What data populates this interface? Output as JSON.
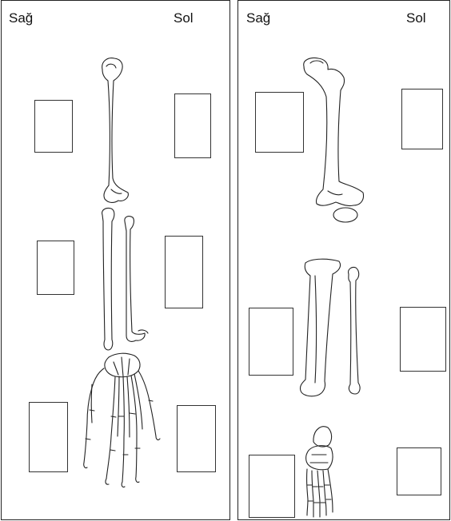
{
  "arm_panel": {
    "right_label": "Sağ",
    "left_label": "Sol"
  },
  "leg_panel": {
    "right_label": "Sağ",
    "left_label": "Sol"
  }
}
